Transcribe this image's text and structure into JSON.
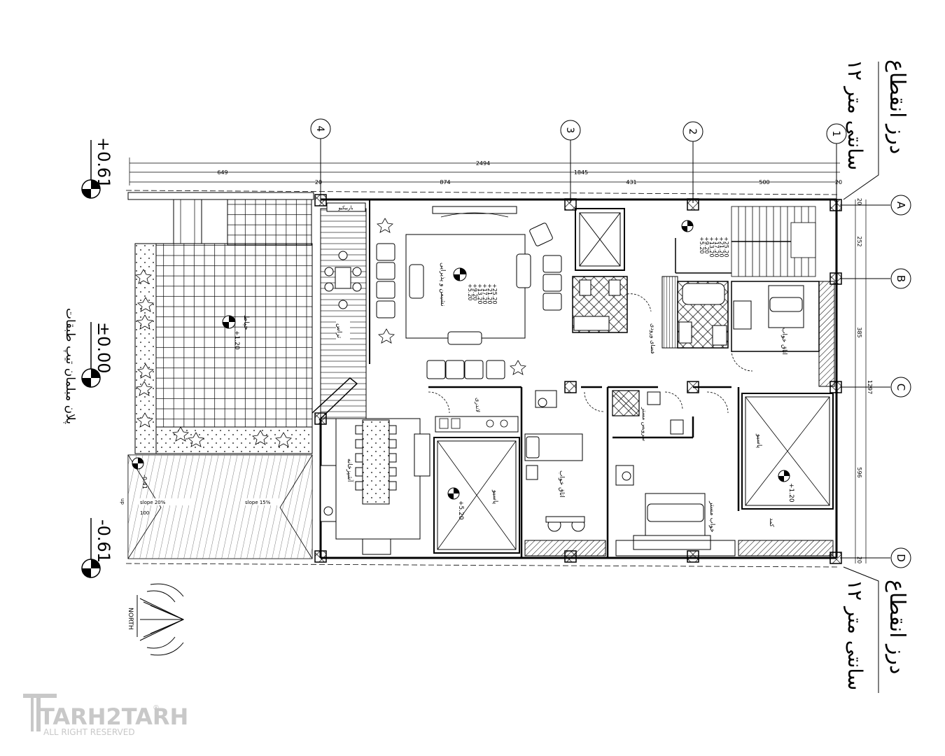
{
  "drawing": {
    "joint_note_top": "درز انقطاع",
    "joint_size_top": "۱۲ سانتی متر",
    "joint_note_bottom": "درز انقطاع",
    "joint_size_bottom": "۱۲ سانتی متر",
    "plan_caption": "پلان مبلمان تیپ طبقات"
  },
  "grid": {
    "columns": [
      "1",
      "2",
      "3",
      "4"
    ],
    "rows": [
      "A",
      "B",
      "C",
      "D"
    ]
  },
  "dimensions": {
    "total": "2494",
    "sub": "1845",
    "spans": [
      "649",
      "874",
      "431",
      "500"
    ],
    "corner_left": "20",
    "corner_right": "20",
    "right_total": "1297",
    "right_spans": [
      "20",
      "252",
      "385",
      "596",
      "20"
    ],
    "left_small": "100"
  },
  "levels": {
    "top": "+0.61",
    "middle": "±0.00",
    "bottom": "-0.61",
    "yard": "+1.20",
    "living_stack": [
      "+25.20",
      "+21.20",
      "+17.20",
      "+13.20",
      "+9.20",
      "+5.20"
    ],
    "stair_stack": [
      "+25.20",
      "+21.20",
      "+17.20",
      "+13.20",
      "+9.20",
      "+5.20"
    ],
    "lightwell_left": "+5.20",
    "lightwell_right": "+1.20",
    "ramp": "-0.41"
  },
  "rooms": {
    "living": "نشیمن و پذیرایی",
    "yard": "حیاط",
    "terrace": "تراس",
    "barbecue": "باربیکیو",
    "kitchen": "آشپزخانه",
    "laundry": "لاندری",
    "lightwell_left": "پاسیو",
    "lightwell_right": "پاسیو",
    "bedroom1": "اتاق خواب",
    "bedroom2": "اتاق خواب",
    "master": "خواب مستر",
    "master_bath": "سرویس مستر",
    "closet": "کمد",
    "entrance": "فضای ورودی"
  },
  "ramp": {
    "slope_left": "slope 20%",
    "slope_right": "slope 15%",
    "up": "up"
  },
  "north": "NORTH",
  "watermark": {
    "brand": "TARH2TARH",
    "rights": "ALL RIGHT RESERVED",
    "mark": "®"
  }
}
